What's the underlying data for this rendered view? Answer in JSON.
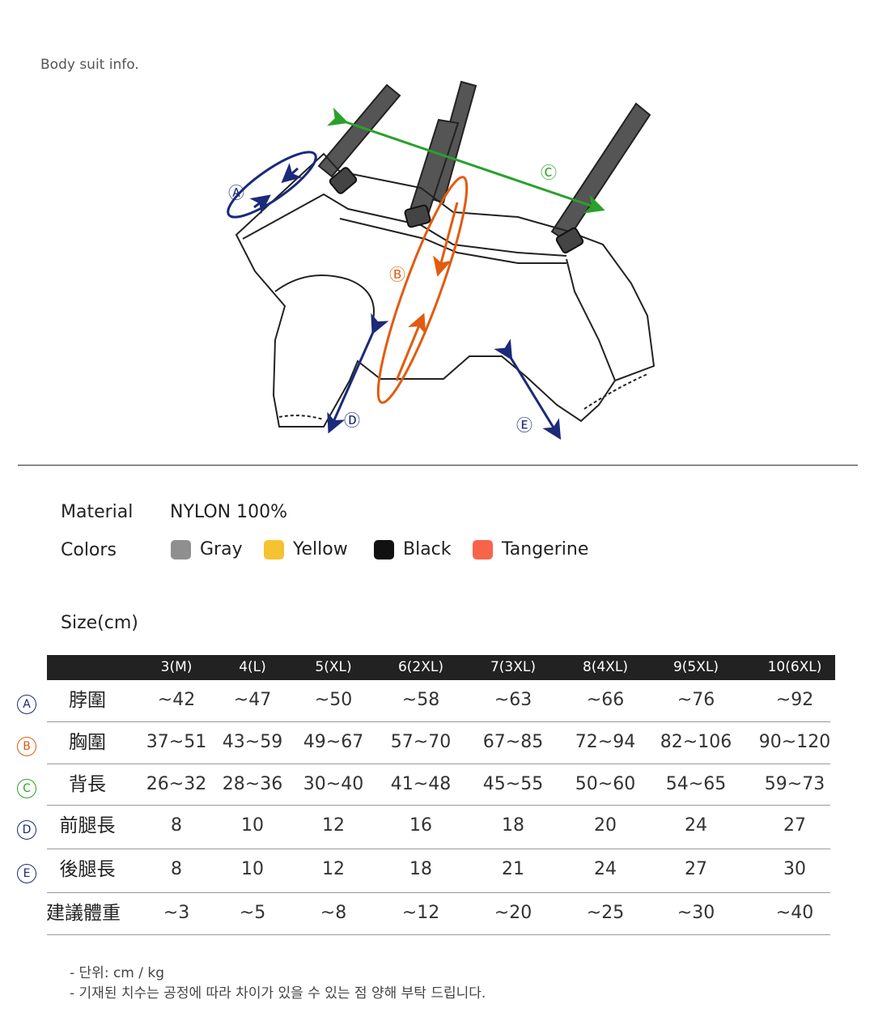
{
  "section_title": "Body suit  info.",
  "diagram": {
    "labels": [
      "Ⓐ",
      "Ⓑ",
      "Ⓒ",
      "Ⓓ",
      "Ⓔ"
    ],
    "colors": {
      "A": "#1b2a7a",
      "B": "#e05c10",
      "C": "#2aa12a",
      "D": "#1b2a7a",
      "E": "#1b2a7a"
    }
  },
  "specs": {
    "material_label": "Material",
    "material_value": "NYLON 100%",
    "colors_label": "Colors",
    "colors": [
      {
        "name": "Gray",
        "hex": "#8f8f8f"
      },
      {
        "name": "Yellow",
        "hex": "#f5c230"
      },
      {
        "name": "Black",
        "hex": "#111111"
      },
      {
        "name": "Tangerine",
        "hex": "#f8644a"
      }
    ]
  },
  "size_label": "Size(cm)",
  "size_table": {
    "headers": [
      "3(M)",
      "4(L)",
      "5(XL)",
      "6(2XL)",
      "7(3XL)",
      "8(4XL)",
      "9(5XL)",
      "10(6XL)"
    ],
    "rows": [
      {
        "marker": "Ⓐ",
        "marker_color": "#1b2a7a",
        "label": "脖圍",
        "values": [
          "~42",
          "~47",
          "~50",
          "~58",
          "~63",
          "~66",
          "~76",
          "~92"
        ]
      },
      {
        "marker": "Ⓑ",
        "marker_color": "#e05c10",
        "label": "胸圍",
        "values": [
          "37~51",
          "43~59",
          "49~67",
          "57~70",
          "67~85",
          "72~94",
          "82~106",
          "90~120"
        ]
      },
      {
        "marker": "Ⓒ",
        "marker_color": "#2aa12a",
        "label": "背長",
        "values": [
          "26~32",
          "28~36",
          "30~40",
          "41~48",
          "45~55",
          "50~60",
          "54~65",
          "59~73"
        ]
      },
      {
        "marker": "Ⓓ",
        "marker_color": "#1b2a7a",
        "label": "前腿長",
        "values": [
          "8",
          "10",
          "12",
          "16",
          "18",
          "20",
          "24",
          "27"
        ]
      },
      {
        "marker": "Ⓔ",
        "marker_color": "#1b2a7a",
        "label": "後腿長",
        "values": [
          "8",
          "10",
          "12",
          "18",
          "21",
          "24",
          "27",
          "30"
        ]
      },
      {
        "marker": "",
        "marker_color": "",
        "label": "建議體重",
        "values": [
          "~3",
          "~5",
          "~8",
          "~12",
          "~20",
          "~25",
          "~30",
          "~40"
        ]
      }
    ]
  },
  "notes": [
    "- 단위: cm / kg",
    "- 기재된 치수는 공정에 따라 차이가 있을 수 있는 점 양해 부탁 드립니다."
  ]
}
